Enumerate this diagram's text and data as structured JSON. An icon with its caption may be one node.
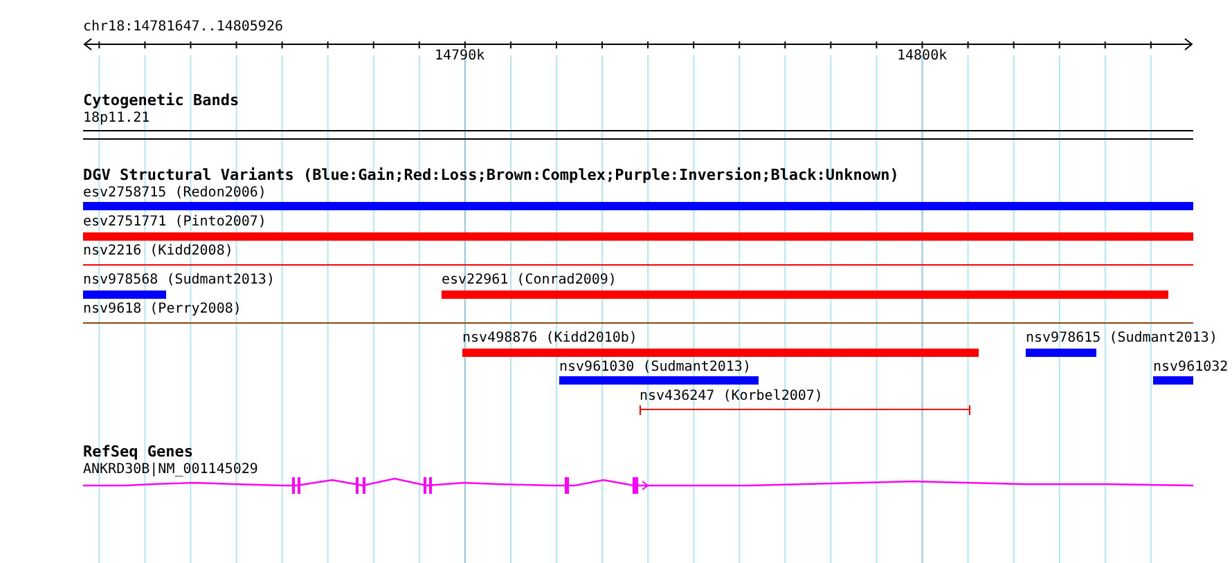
{
  "diagram": {
    "labels": [
      "chr18:14781647..14805926",
      "14790k",
      "14800k",
      "Cytogenetic Bands",
      "18p11.21",
      "DGV Structural Variants (Blue:Gain;Red:Loss;Brown:Complex;Purple:Inversion;Black:Unknown)",
      "esv2758715 (Redon2006)",
      "esv2751771 (Pinto2007)",
      "nsv2216 (Kidd2008)",
      "nsv978568 (Sudmant2013)",
      "esv22961 (Conrad2009)",
      "nsv9618 (Perry2008)",
      "nsv498876 (Kidd2010b)",
      "nsv978615 (Sudmant2013)",
      "nsv961030 (Sudmant2013)",
      "nsv961032",
      "nsv436247 (Korbel2007)",
      "RefSeq Genes",
      "ANKRD30B|NM_001145029"
    ]
  }
}
